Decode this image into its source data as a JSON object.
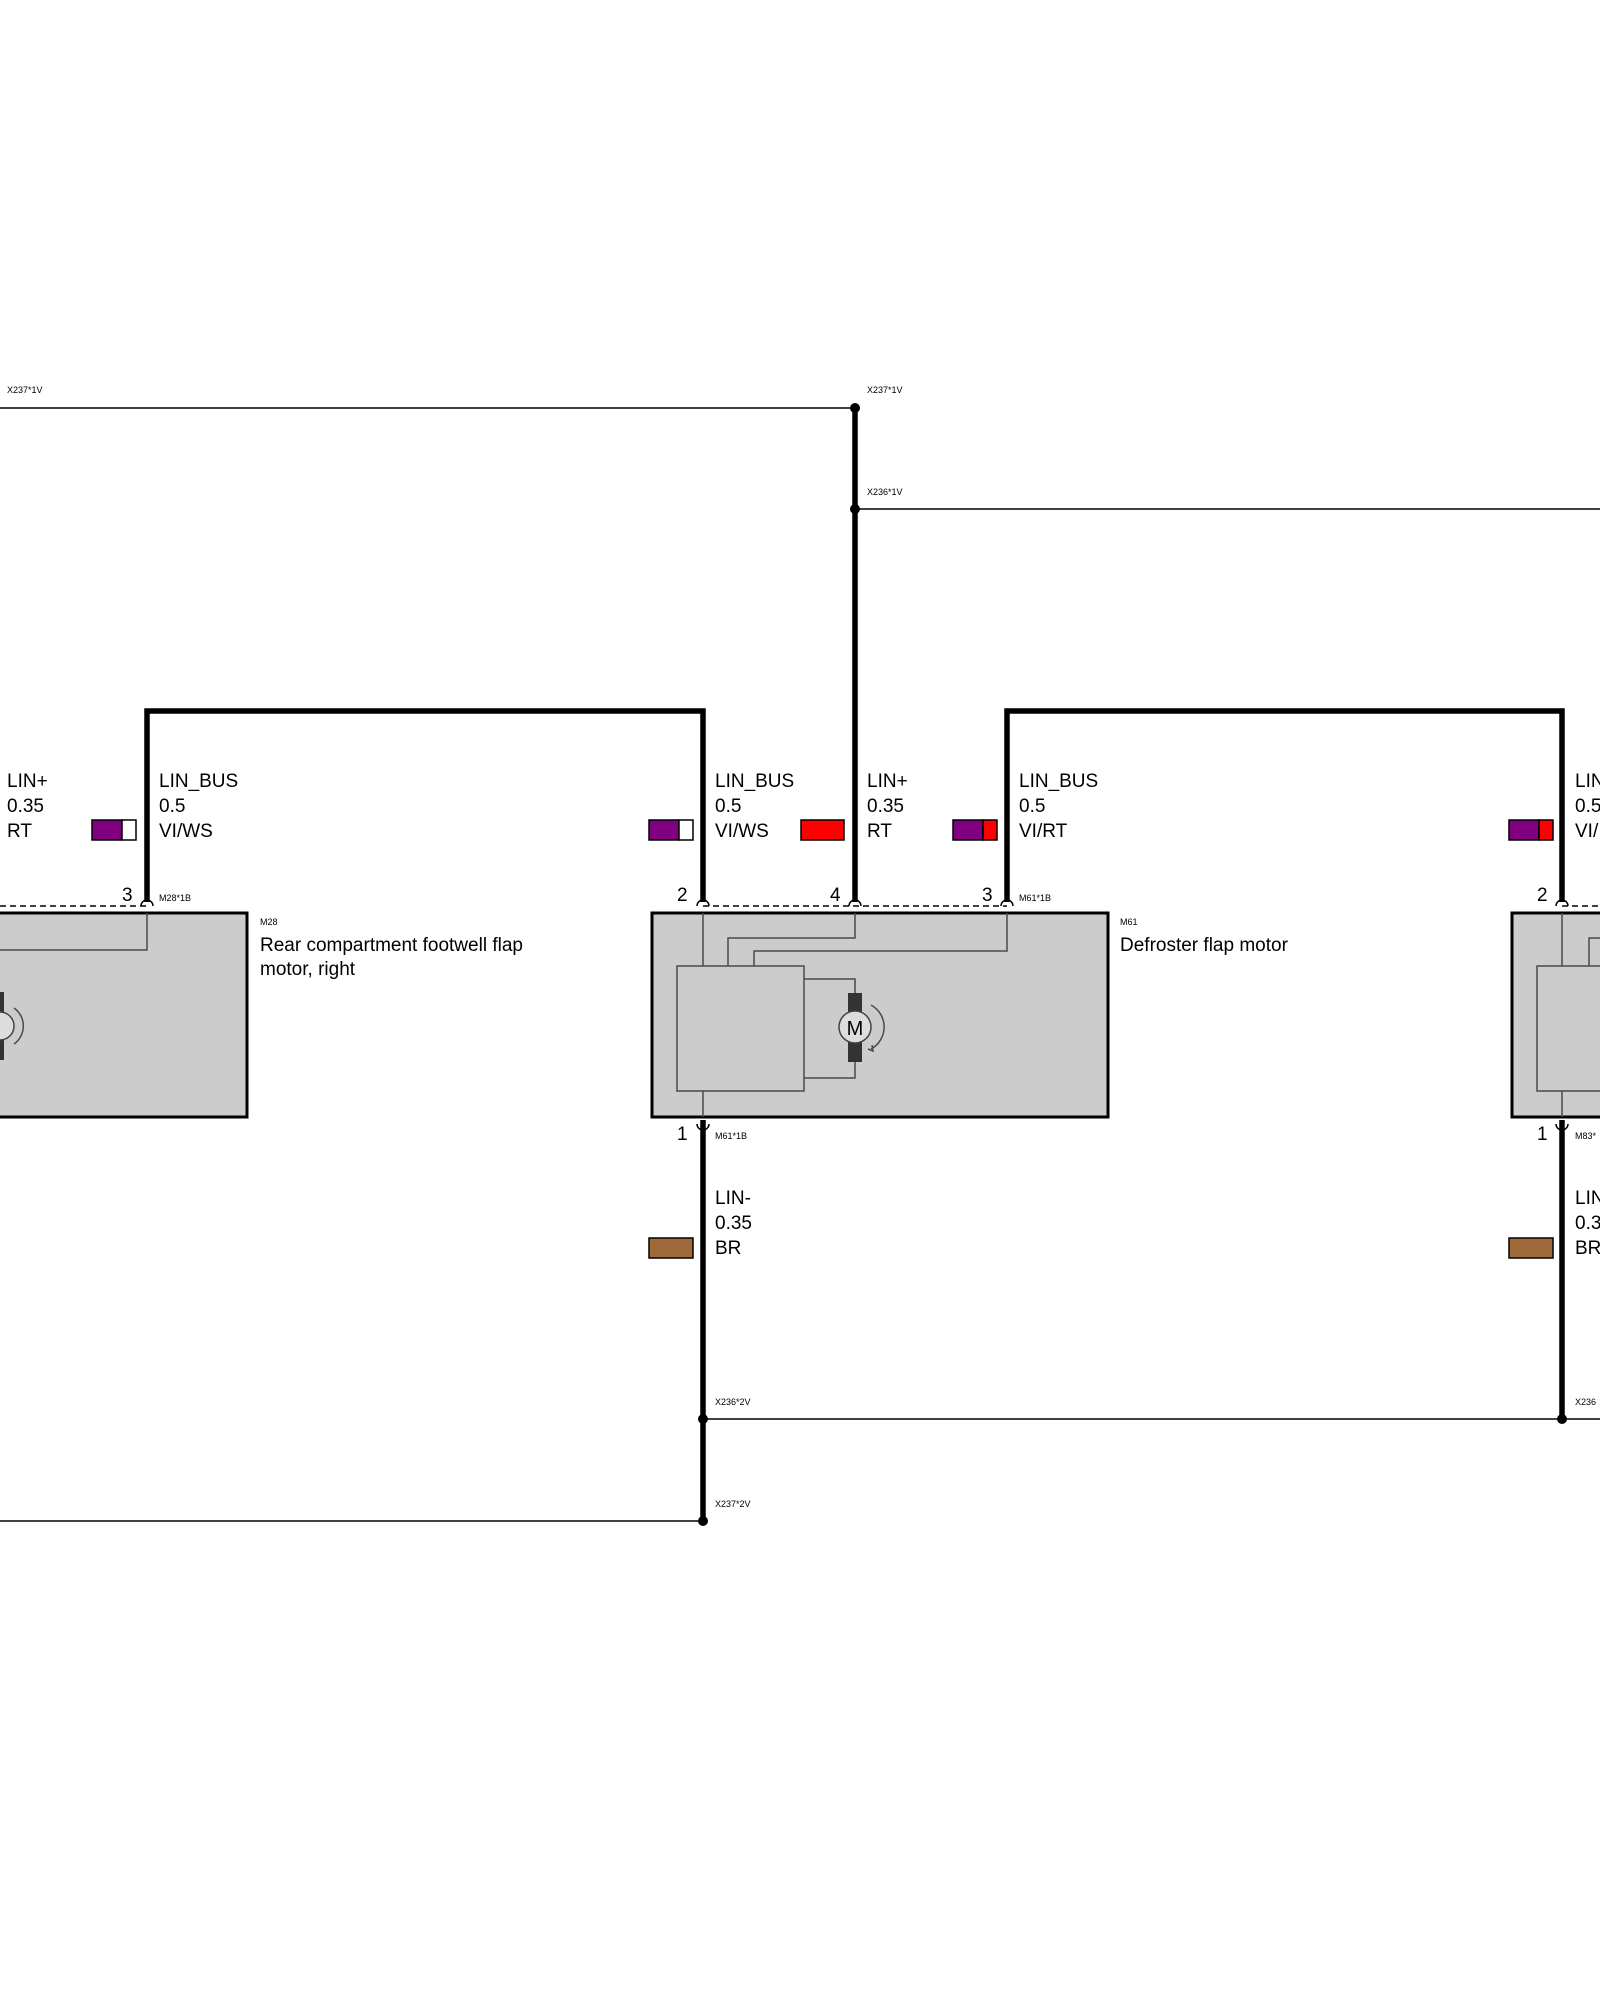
{
  "connectors": {
    "x237_1v_left": "X237*1V",
    "x237_1v_mid": "X237*1V",
    "x236_1v": "X236*1V",
    "x236_2v_mid": "X236*2V",
    "x236_2v_right": "X236",
    "x237_2v": "X237*2V",
    "m28_1b": "M28*1B",
    "m61_1b_top": "M61*1B",
    "m61_1b_bottom": "M61*1B",
    "m83_bottom": "M83*"
  },
  "components": {
    "m28": {
      "code": "M28",
      "name_line1": "Rear compartment footwell flap",
      "name_line2": "motor, right"
    },
    "m61": {
      "code": "M61",
      "name": "Defroster flap motor"
    },
    "motor_symbol": "M"
  },
  "wires": {
    "left_lin_plus": {
      "signal": "LIN+",
      "size": "0.35",
      "color_code": "RT"
    },
    "m28_lin_bus": {
      "signal": "LIN_BUS",
      "size": "0.5",
      "color_code": "VI/WS",
      "pin": "3",
      "colors": [
        "#800080",
        "#ffffff"
      ]
    },
    "m61_lin_bus_in": {
      "signal": "LIN_BUS",
      "size": "0.5",
      "color_code": "VI/WS",
      "pin": "2",
      "colors": [
        "#800080",
        "#ffffff"
      ]
    },
    "m61_lin_plus": {
      "signal": "LIN+",
      "size": "0.35",
      "color_code": "RT",
      "pin": "4",
      "colors": [
        "#ff0000"
      ]
    },
    "m61_lin_bus_out": {
      "signal": "LIN_BUS",
      "size": "0.5",
      "color_code": "VI/RT",
      "pin": "3",
      "colors": [
        "#800080",
        "#ff0000"
      ]
    },
    "right_lin_bus": {
      "signal": "LIN",
      "size": "0.5",
      "color_code": "VI/",
      "pin": "2",
      "colors": [
        "#800080",
        "#ff0000"
      ]
    },
    "m61_lin_minus": {
      "signal": "LIN-",
      "size": "0.35",
      "color_code": "BR",
      "pin": "1",
      "colors": [
        "#a0693a"
      ]
    },
    "right_lin_minus": {
      "signal": "LIN",
      "size": "0.3",
      "color_code": "BR",
      "pin": "1",
      "colors": [
        "#a0693a"
      ]
    }
  }
}
